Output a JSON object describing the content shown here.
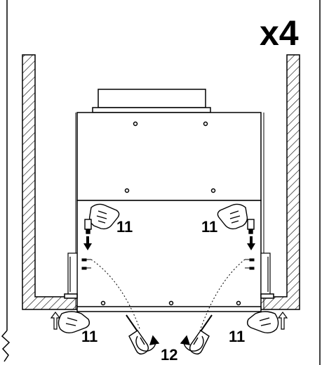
{
  "multiplier": "x4",
  "steps": {
    "top_left": "11",
    "top_right": "11",
    "bottom_left": "11",
    "bottom_right": "11",
    "bottom_center": "12"
  },
  "icons": {
    "hand": "hand-icon",
    "screwdriver": "screwdriver-icon",
    "rotate_arrow": "rotate-arrow-icon",
    "push_arrow": "push-arrow-icon"
  }
}
